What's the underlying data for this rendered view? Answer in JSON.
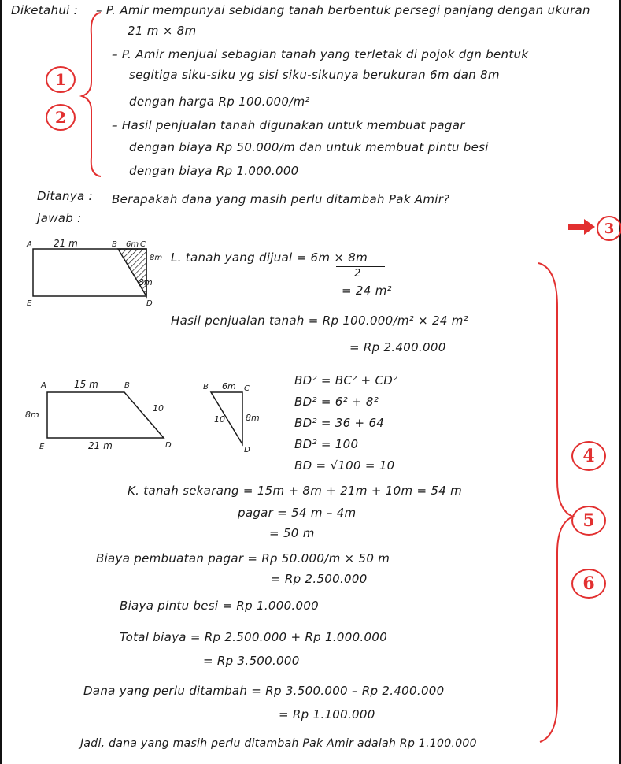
{
  "known": {
    "label": "Diketahui :",
    "l1": "– P. Amir mempunyai sebidang tanah berbentuk persegi panjang dengan ukuran",
    "l1b": "21 m × 8m",
    "l2": "– P. Amir menjual sebagian tanah yang terletak di pojok dgn bentuk",
    "l2b": "segitiga siku-siku yg sisi siku-sikunya berukuran 6m dan 8m",
    "l2c": "dengan harga Rp 100.000/m²",
    "l3": "– Hasil penjualan tanah digunakan untuk membuat pagar",
    "l3b": "dengan biaya Rp 50.000/m dan untuk membuat pintu besi",
    "l3c": "dengan biaya Rp 1.000.000"
  },
  "question": {
    "label": "Ditanya :",
    "text": "Berapakah dana yang masih perlu ditambah Pak Amir?"
  },
  "answer_label": "Jawab :",
  "fig1": {
    "A": "A",
    "dim_top": "21 m",
    "B": "B",
    "dim_bc": "6m",
    "C": "C",
    "dim_cd": "8m",
    "dim_side": "8m",
    "E": "E",
    "D": "D"
  },
  "fig2": {
    "A": "A",
    "dim_top": "15 m",
    "B": "B",
    "dim_slant": "10",
    "dim_left": "8m",
    "E": "E",
    "dim_bottom": "21 m",
    "D": "D"
  },
  "fig3": {
    "B": "B",
    "dim_top": "6m",
    "C": "C",
    "dim_hyp": "10",
    "dim_right": "8m",
    "D": "D"
  },
  "calc": {
    "area1": "L. tanah yang dijual = 6m × 8m",
    "area1_den": "2",
    "area2": "= 24 m²",
    "sale1": "Hasil penjualan tanah = Rp 100.000/m² × 24 m²",
    "sale2": "= Rp 2.400.000",
    "bd1": "BD² = BC² + CD²",
    "bd2": "BD² = 6² + 8²",
    "bd3": "BD² = 36 + 64",
    "bd4": "BD² = 100",
    "bd5": "BD = √100 = 10",
    "k1": "K. tanah sekarang = 15m + 8m + 21m + 10m = 54 m",
    "k2": "pagar = 54 m – 4m",
    "k3": "= 50 m",
    "fee1": "Biaya pembuatan pagar = Rp 50.000/m × 50 m",
    "fee2": "= Rp 2.500.000",
    "door": "Biaya pintu besi = Rp 1.000.000",
    "total1": "Total biaya = Rp 2.500.000 + Rp 1.000.000",
    "total2": "= Rp 3.500.000",
    "need1": "Dana yang perlu ditambah = Rp 3.500.000 – Rp 2.400.000",
    "need2": "= Rp 1.100.000",
    "conclusion": "Jadi, dana yang masih perlu ditambah Pak Amir adalah Rp 1.100.000"
  },
  "annotations": {
    "a1": "1",
    "a2": "2",
    "a3": "3",
    "a4": "4",
    "a5": "5",
    "a6": "6"
  },
  "colors": {
    "ink": "#1a1a1a",
    "annotation": "#e23030"
  }
}
